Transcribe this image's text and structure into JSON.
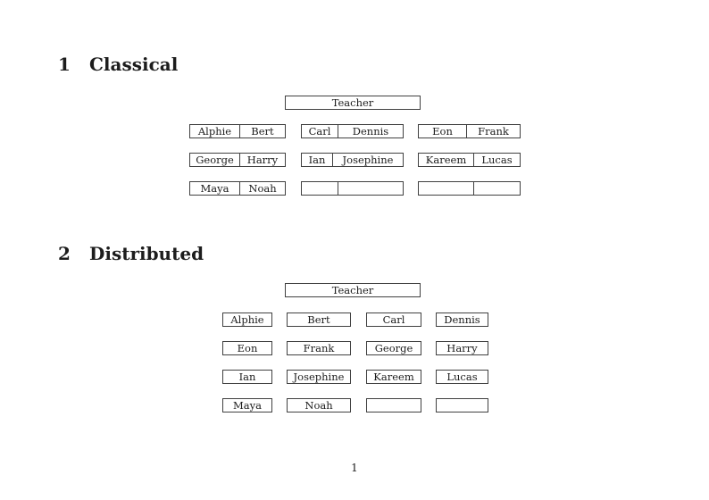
{
  "page": {
    "number": "1"
  },
  "colors": {
    "ink": "#1c1c1c",
    "rule": "#404040",
    "background": "#ffffff"
  },
  "sections": [
    {
      "number": "1",
      "title": "Classical",
      "teacher_label": "Teacher",
      "rows": [
        [
          [
            "Alphie",
            "Bert"
          ],
          [
            "Carl",
            "Dennis"
          ],
          [
            "Eon",
            "Frank"
          ]
        ],
        [
          [
            "George",
            "Harry"
          ],
          [
            "Ian",
            "Josephine"
          ],
          [
            "Kareem",
            "Lucas"
          ]
        ],
        [
          [
            "Maya",
            "Noah"
          ],
          [
            "",
            ""
          ],
          [
            "",
            ""
          ]
        ]
      ]
    },
    {
      "number": "2",
      "title": "Distributed",
      "teacher_label": "Teacher",
      "rows": [
        [
          "Alphie",
          "Bert",
          "Carl",
          "Dennis"
        ],
        [
          "Eon",
          "Frank",
          "George",
          "Harry"
        ],
        [
          "Ian",
          "Josephine",
          "Kareem",
          "Lucas"
        ],
        [
          "Maya",
          "Noah",
          "",
          ""
        ]
      ]
    }
  ]
}
